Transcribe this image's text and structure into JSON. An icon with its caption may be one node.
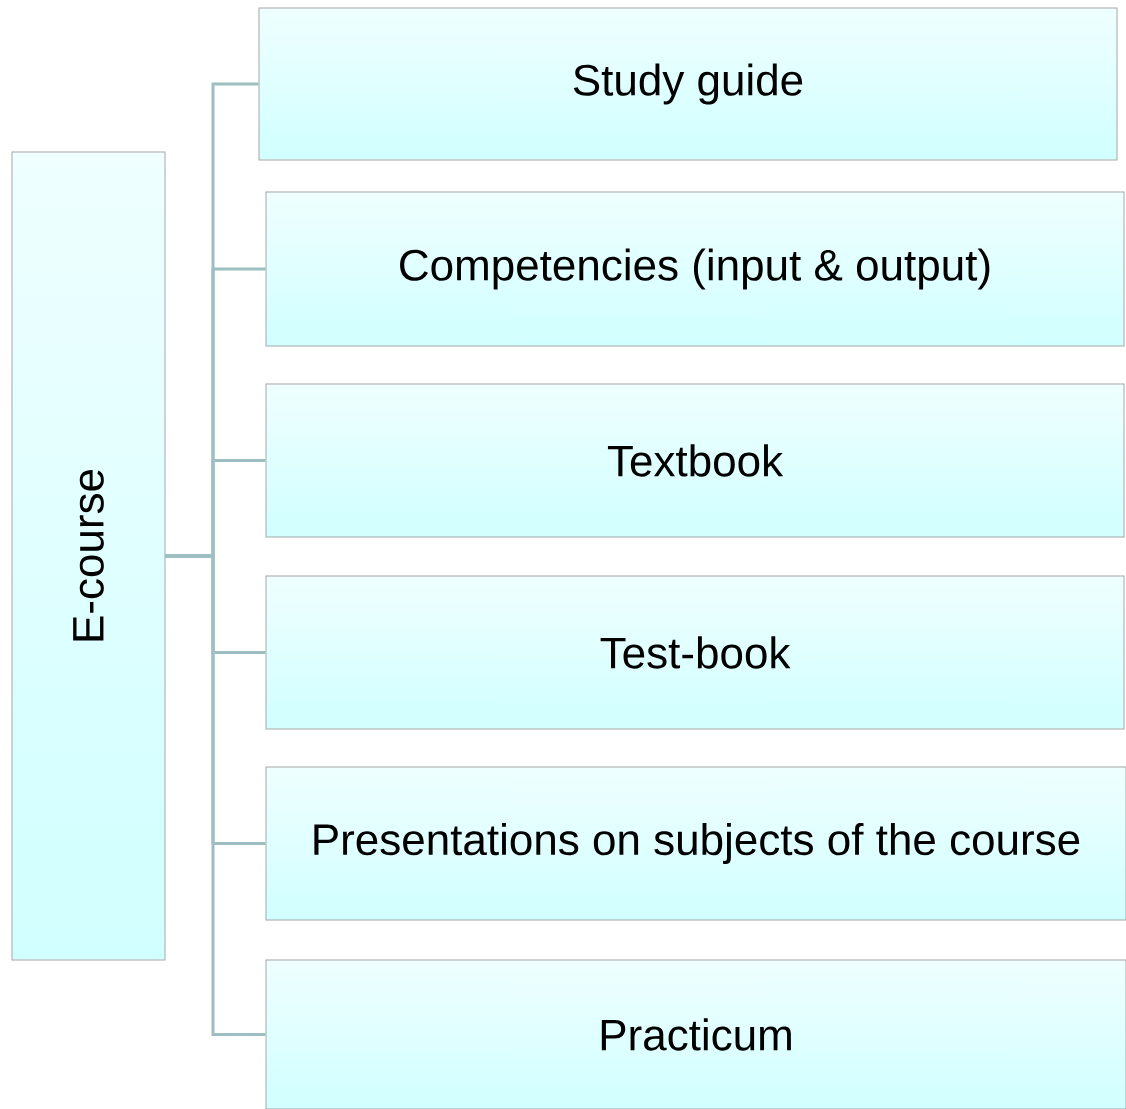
{
  "diagram": {
    "nodes": [
      {
        "text": [
          "E-course"
        ]
      },
      {
        "text": [
          "Study guide"
        ]
      },
      {
        "text": [
          "Competencies (input & output)"
        ]
      },
      {
        "text": [
          "Textbook"
        ]
      },
      {
        "text": [
          "Test-book"
        ]
      },
      {
        "text": [
          "Presentations on subjects of the course"
        ]
      },
      {
        "text": [
          "Practicum"
        ]
      }
    ],
    "edges": [
      {
        "from": 0,
        "to": 1,
        "arrow": "none"
      },
      {
        "from": 0,
        "to": 2,
        "arrow": "none"
      },
      {
        "from": 0,
        "to": 3,
        "arrow": "none"
      },
      {
        "from": 0,
        "to": 4,
        "arrow": "none"
      },
      {
        "from": 0,
        "to": 5,
        "arrow": "none"
      },
      {
        "from": 0,
        "to": 6,
        "arrow": "none"
      }
    ]
  }
}
